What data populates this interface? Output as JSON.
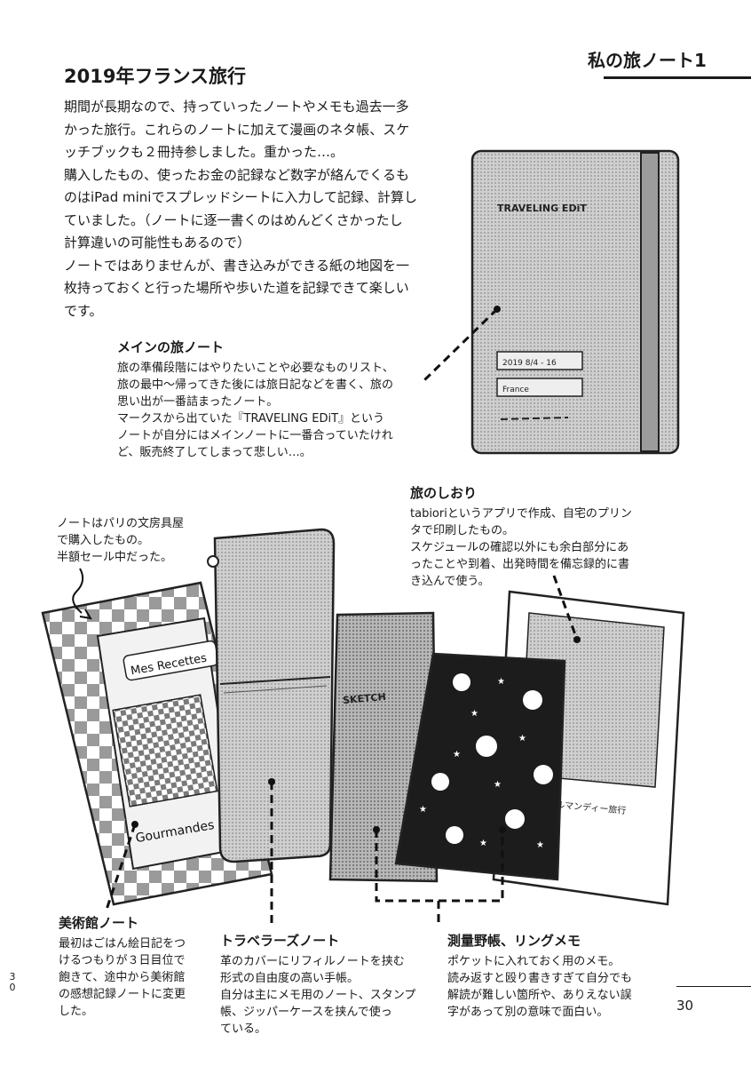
{
  "header": {
    "chapter": "私の旅ノート1"
  },
  "title": "2019年フランス旅行",
  "intro": "期間が長期なので、持っていったノートやメモも過去一多\nかった旅行。これらのノートに加えて漫画のネタ帳、スケ\nッチブックも２冊持参しました。重かった…。\n購入したもの、使ったお金の記録など数字が絡んでくるも\nのはiPad miniでスプレッドシートに入力して記録、計算し\nていました。（ノートに逐一書くのはめんどくさかったし\n計算違いの可能性もあるので）\nノートではありませんが、書き込みができる紙の地図を一\n枚持っておくと行った場所や歩いた道を記録できて楽しい\nです。",
  "main_note": {
    "heading": "メインの旅ノート",
    "body": "旅の準備段階にはやりたいことや必要なものリスト、\n旅の最中〜帰ってきた後には旅日記などを書く、旅の\n思い出が一番詰まったノート。\nマークスから出ていた『TRAVELING EDiT』という\nノートが自分にはメインノートに一番合っていたけれ\nど、販売終了してしまって悲しい…。"
  },
  "paris_note": {
    "body": "ノートはパリの文房具屋\nで購入したもの。\n半額セール中だった。"
  },
  "shiori": {
    "heading": "旅のしおり",
    "body": "tabioriというアプリで作成、自宅のプリン\nタで印刷したもの。\nスケジュールの確認以外にも余白部分にあ\nったことや到着、出発時間を備忘録的に書\nき込んで使う。"
  },
  "museum": {
    "heading": "美術館ノート",
    "body": "最初はごはん絵日記をつ\nけるつもりが３日目位で\n飽きて、途中から美術館\nの感想記録ノートに変更\nした。"
  },
  "travelers": {
    "heading": "トラベラーズノート",
    "body": "革のカバーにリフィルノートを挟む\n形式の自由度の高い手帳。\n自分は主にメモ用のノート、スタンプ\n帳、ジッパーケースを挟んで使っ\nている。"
  },
  "survey": {
    "heading": "測量野帳、リングメモ",
    "body": "ポケットに入れておく用のメモ。\n読み返すと殴り書きすぎて自分でも\n解読が難しい箇所や、ありえない誤\n字があって別の意味で面白い。"
  },
  "notebook_labels": {
    "traveling_edit": "TRAVELING EDiT",
    "date_line": "2019 8/4 - 16",
    "place_line": "France",
    "recettes": "Mes Recettes",
    "gourmandes": "Gourmandes",
    "sketch": "SKETCH",
    "normandie": "ノルマンディー旅行"
  },
  "page": {
    "number": "30",
    "side_number": "3\n0"
  }
}
